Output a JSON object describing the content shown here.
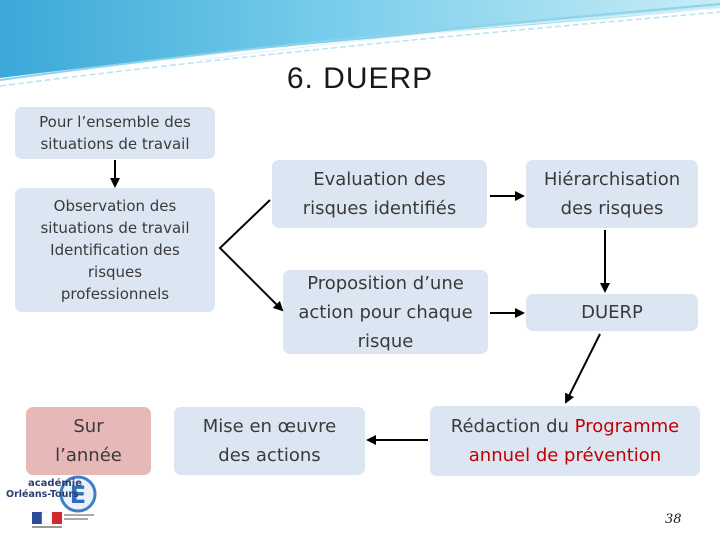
{
  "title": "6. DUERP",
  "boxes": {
    "scope": "Pour l’ensemble des situations de travail",
    "observation_lines": [
      "Observation des",
      "situations de travail",
      "Identification des",
      "risques",
      "professionnels"
    ],
    "evaluation": "Evaluation des risques identifiés",
    "hierarchisation": "Hiérarchisation des risques",
    "proposition": "Proposition d’une action pour chaque risque",
    "duerp": "DUERP",
    "sur_annee": "Sur l’année",
    "mise_en_oeuvre": "Mise en œuvre des actions",
    "redaction_prefix": "Rédaction du ",
    "redaction_highlight_1": "Programme",
    "redaction_highlight_2": "annuel de prévention"
  },
  "logo": {
    "line1": "académie",
    "line2": "Orléans-Tours",
    "letter": "E"
  },
  "page_number": "38",
  "colors": {
    "box_fill": "#dce6f2",
    "box_highlight": "#e6b9b8",
    "highlight_text": "#c00000",
    "banner": "#5bc0de"
  }
}
